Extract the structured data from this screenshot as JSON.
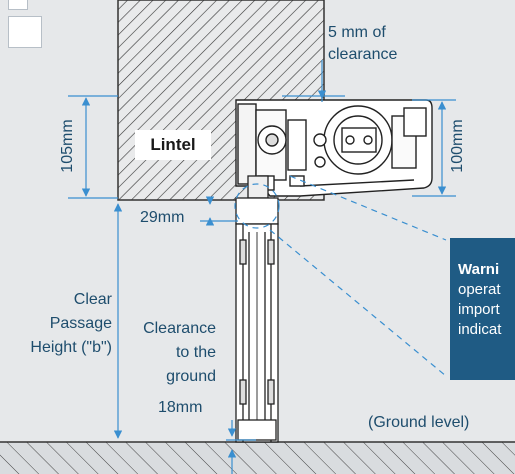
{
  "labels": {
    "clearance_top": "5 mm of\nclearance",
    "lintel": "Lintel",
    "h105": "105mm",
    "h100": "100mm",
    "h29": "29mm",
    "clear_passage": "Clear\nPassage\nHeight (\"b\")",
    "clearance_ground": "Clearance\nto the\nground",
    "h18": "18mm",
    "ground_level": "(Ground level)"
  },
  "warning": {
    "title": "Warni",
    "body": "operat\nimport\nindicat"
  },
  "colors": {
    "accent": "#1e4d6d",
    "dim_line": "#3a8fd0",
    "warning_bg": "#1f5b84",
    "hatch": "#333333",
    "background": "#e6e8ea"
  }
}
